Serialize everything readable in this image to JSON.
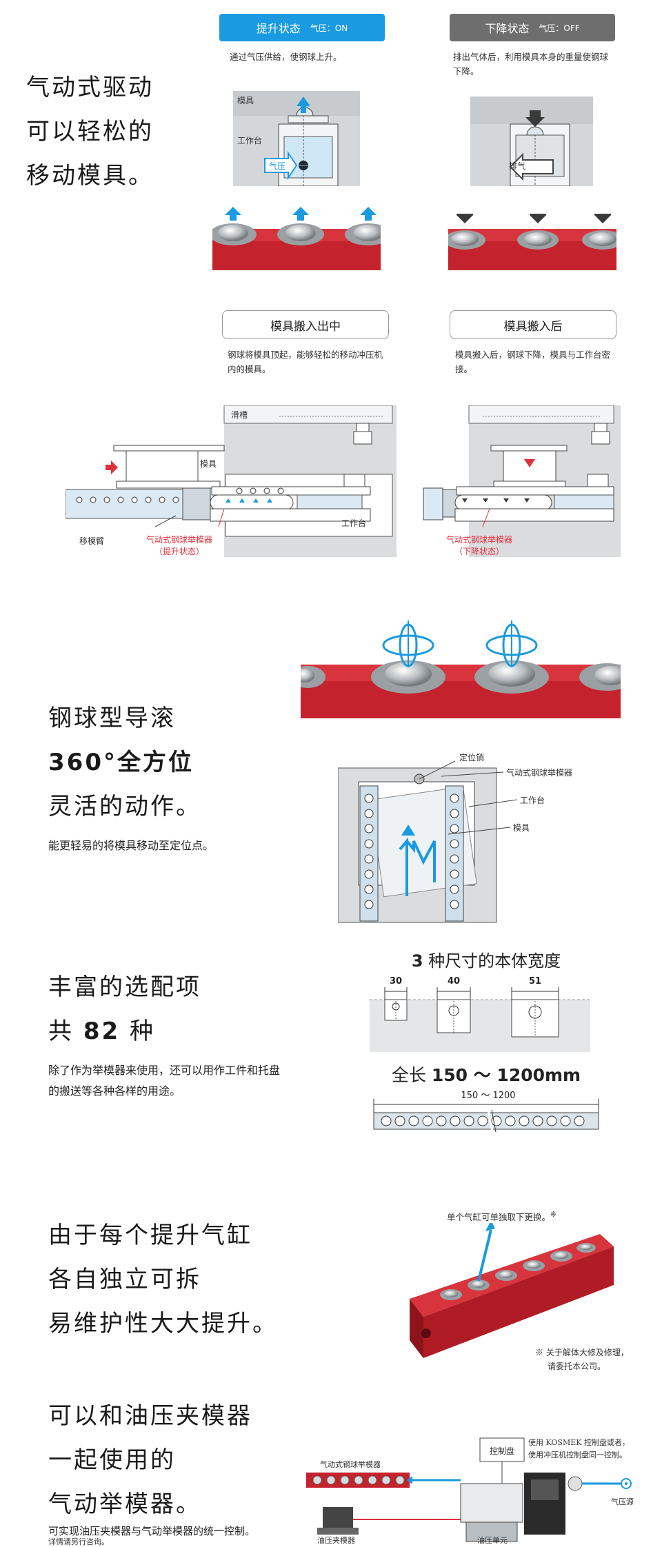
{
  "colors": {
    "accent_blue": "#1a9ae0",
    "gray_badge": "#6e6e6e",
    "bar_red": "#c4222c",
    "callout_red": "#e0303c"
  },
  "section1": {
    "heading": [
      "气动式驱动",
      "可以轻松的",
      "移动模具。"
    ],
    "on": {
      "state": "提升状态",
      "pressure": "气压：ON",
      "desc": "通过气压供给，使钢球上升。",
      "label_die": "模具",
      "label_table": "工作台",
      "label_air": "气压"
    },
    "off": {
      "state": "下降状态",
      "pressure": "气压：OFF",
      "desc": "排出气体后，利用模具本身的重量使钢球下降。",
      "label_exhaust": "排气"
    },
    "moving": {
      "title": "模具搬入出中",
      "desc": "钢球将模具顶起，能够轻松的移动冲压机内的模具。",
      "slide": "滑槽",
      "die": "模具",
      "table": "工作台",
      "arm": "移模臂",
      "lifter": "气动式钢球举模器",
      "state": "（提升状态）"
    },
    "after": {
      "title": "模具搬入后",
      "desc": "模具搬入后，钢球下降，模具与工作台密接。",
      "lifter": "气动式钢球举模器",
      "state": "（下降状态）"
    }
  },
  "section2": {
    "heading": [
      "钢球型导滚",
      "360°全方位",
      "灵活的动作。"
    ],
    "desc": "能更轻易的将模具移动至定位点。",
    "labels": {
      "pin": "定位销",
      "lifter": "气动式钢球举模器",
      "table": "工作台",
      "die": "模具"
    }
  },
  "section3": {
    "heading_line1": "丰富的选配项",
    "heading_line2_prefix": "共 ",
    "heading_line2_num": "82",
    "heading_line2_suffix": " 种",
    "desc": "除了作为举模器来使用，还可以用作工件和托盘的搬送等各种各样的用途。",
    "widths_title_prefix": "3",
    "widths_title": " 种尺寸的本体宽度",
    "widths": [
      "30",
      "40",
      "51"
    ],
    "length_title_prefix": "全长 ",
    "length_title": "150 ～ 1200mm",
    "length_dim": "150 ～ 1200"
  },
  "section4": {
    "heading": [
      "由于每个提升气缸",
      "各自独立可拆",
      "易维护性大大提升。"
    ],
    "callout": "单个气缸可单独取下更换。",
    "callout_mark": "※",
    "note": [
      "※ 关于解体大修及修理，",
      "请委托本公司。"
    ]
  },
  "section5": {
    "heading": [
      "可以和油压夹模器",
      "一起使用的",
      "气动举模器。"
    ],
    "desc": "可实现油压夹模器与气动举模器的统一控制。",
    "note": "详情请另行咨询。",
    "panel": "控制盘",
    "panel_desc": [
      "使用 KOSMEK 控制盘或者，",
      "使用冲压机控制盘同一控制。"
    ],
    "lifter": "气动式钢球举模器",
    "air_source": "气压源",
    "clamp": "油压夹模器",
    "unit": "油压单元"
  }
}
